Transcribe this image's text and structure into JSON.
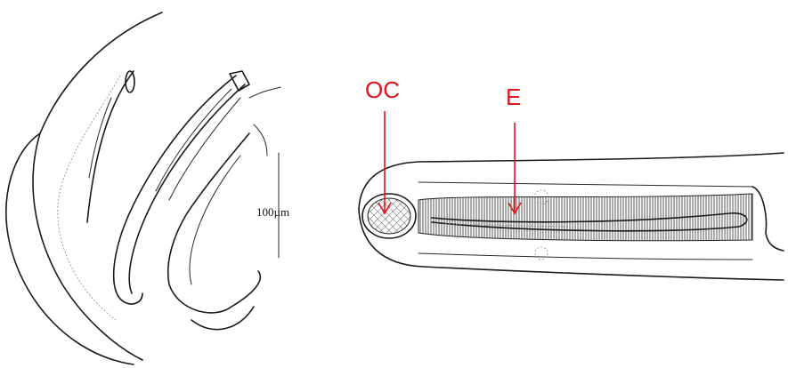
{
  "figure": {
    "scale_bar_label": "100µm",
    "annotations": [
      {
        "id": "oc",
        "label": "OC",
        "color": "#e0141e"
      },
      {
        "id": "e",
        "label": "E",
        "color": "#e0141e"
      }
    ]
  }
}
